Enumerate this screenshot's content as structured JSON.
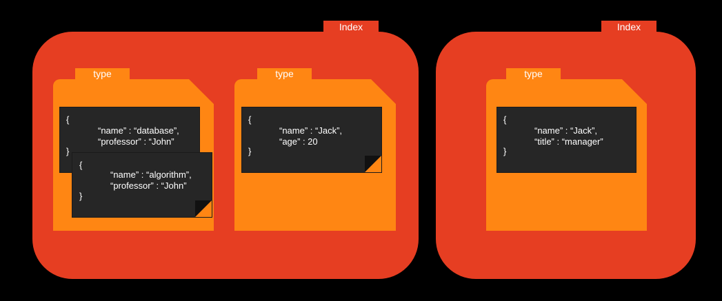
{
  "indices": [
    {
      "tab_label": "Index",
      "types": [
        {
          "tab_label": "type",
          "documents": [
            {
              "lines": [
                "{",
                "“name” : “database”,",
                "“professor” : “John”",
                "}"
              ]
            },
            {
              "lines": [
                "{",
                "“name” : “algorithm”,",
                "“professor” : “John”",
                "}"
              ]
            }
          ]
        },
        {
          "tab_label": "type",
          "documents": [
            {
              "lines": [
                "{",
                "“name” : “Jack”,",
                "“age” : 20",
                "}"
              ]
            }
          ]
        }
      ]
    },
    {
      "tab_label": "Index",
      "types": [
        {
          "tab_label": "type",
          "documents": [
            {
              "lines": [
                "{",
                "“name” : “Jack”,",
                "“title” : “manager”",
                "}"
              ]
            }
          ]
        }
      ]
    }
  ],
  "colors": {
    "background": "#000000",
    "index": "#e63e22",
    "type": "#ff8613",
    "document": "#262626",
    "text": "#ffffff"
  }
}
